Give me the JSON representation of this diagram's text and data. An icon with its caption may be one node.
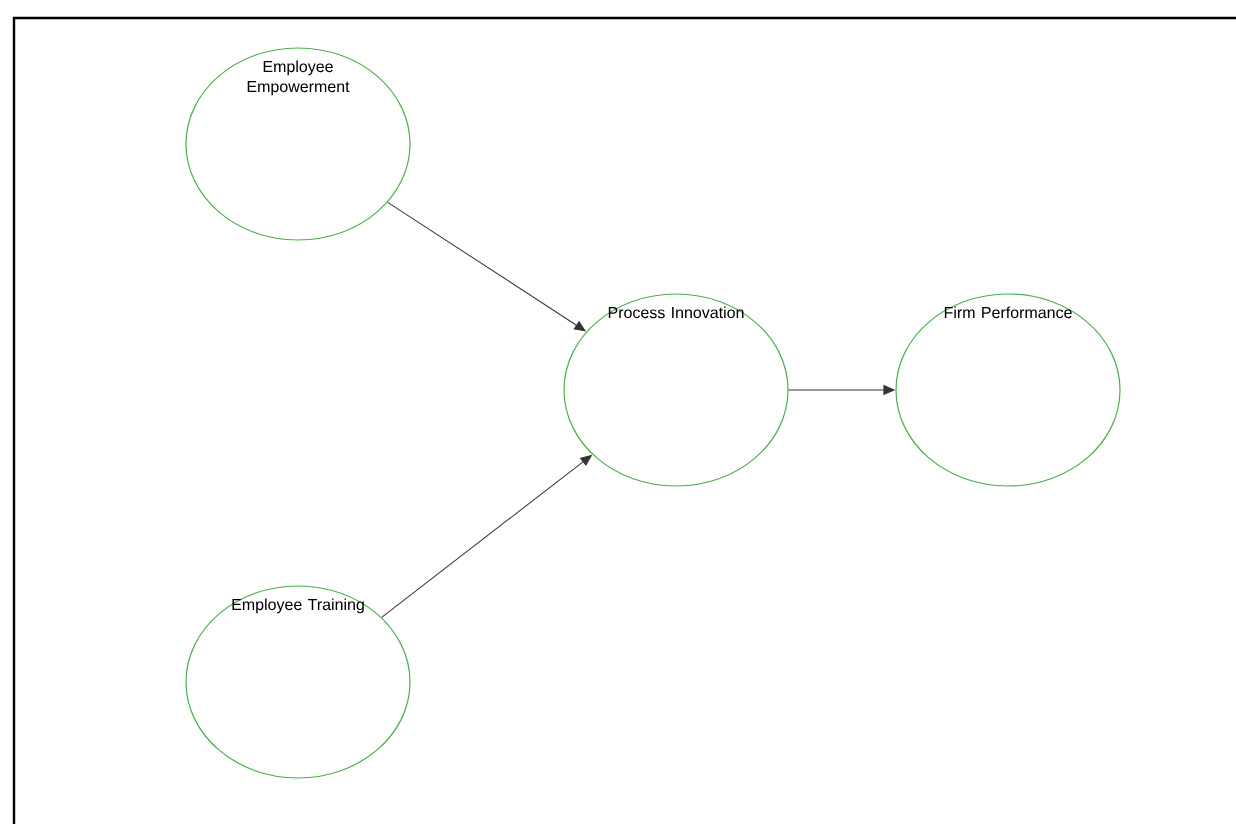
{
  "diagram": {
    "nodes": [
      {
        "text": [
          "Employee Empowerment"
        ]
      },
      {
        "text": [
          "Process Innovation"
        ]
      },
      {
        "text": [
          "Firm Performance"
        ]
      },
      {
        "text": [
          "Employee Training"
        ]
      }
    ],
    "edges": [
      {
        "from": 0,
        "to": 1,
        "arrow": "to"
      },
      {
        "from": 3,
        "to": 1,
        "arrow": "to"
      },
      {
        "from": 1,
        "to": 2,
        "arrow": "to"
      }
    ]
  }
}
